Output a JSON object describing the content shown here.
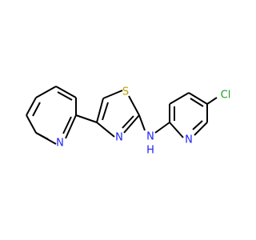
{
  "molecule": {
    "atoms": {
      "S": {
        "label": "S",
        "color": "#b8a200"
      },
      "N_thiazole": {
        "label": "N",
        "color": "#1f1fff"
      },
      "NH": {
        "label": "N",
        "color": "#1f1fff"
      },
      "H": {
        "label": "H",
        "color": "#1f1fff"
      },
      "N_pyridine_left": {
        "label": "N",
        "color": "#1f1fff"
      },
      "N_pyridine_right": {
        "label": "N",
        "color": "#1f1fff"
      },
      "Cl": {
        "label": "Cl",
        "color": "#1fa01f"
      }
    }
  }
}
